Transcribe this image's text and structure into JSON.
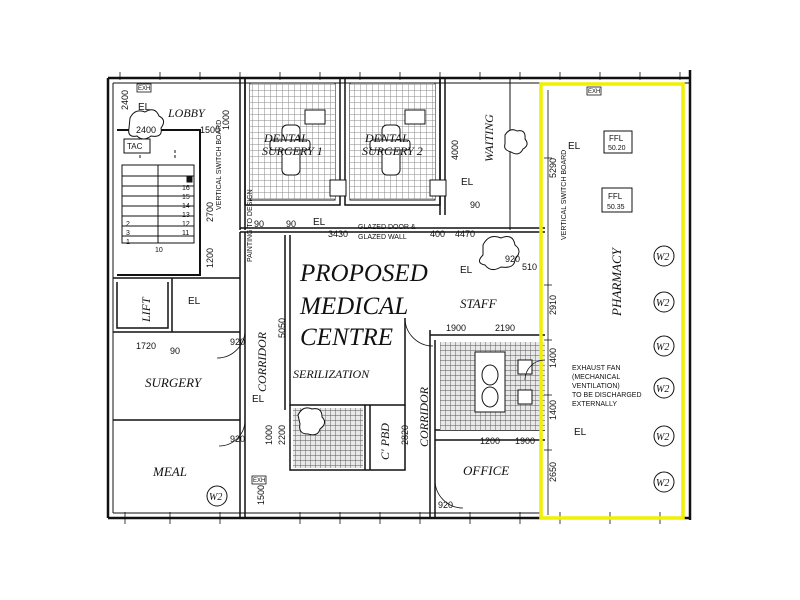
{
  "title_lines": [
    "PROPOSED",
    "MEDICAL",
    "CENTRE"
  ],
  "rooms": {
    "lobby": "LOBBY",
    "dental1_a": "DENTAL",
    "dental1_b": "SURGERY 1",
    "dental2_a": "DENTAL",
    "dental2_b": "SURGERY 2",
    "waiting": "WAITING",
    "pharmacy": "PHARMACY",
    "lift": "LIFT",
    "staff": "STAFF",
    "surgery": "SURGERY",
    "corridor_left": "CORRIDOR",
    "corridor_right": "CORRIDOR",
    "serilization": "SERILIZATION",
    "meal": "MEAL",
    "office": "OFFICE",
    "cpbd": "C' PBD"
  },
  "symbols": {
    "el": "EL",
    "tac": "TAC",
    "w2": "W2",
    "exh": "EXH",
    "ffl": "FFL",
    "ffl_value_1": "50.20",
    "ffl_value_2": "50.35"
  },
  "notes": {
    "switch_board_left": "VERTICAL SWITCH BOARD",
    "switch_board_right": "VERTICAL SWITCH BOARD",
    "glazed_door": "GLAZED DOOR &",
    "glazed_wall": "GLAZED WALL",
    "exhaust": [
      "EXHAUST FAN",
      "(MECHANICAL",
      "VENTILATION)",
      "TO BE DISCHARGED",
      "EXTERNALLY"
    ],
    "painting": "PAINTING TO DESIGN"
  },
  "dims": {
    "d2400a": "2400",
    "d2400b": "2400",
    "d1500": "1500",
    "d1000": "1000",
    "d4000": "4000",
    "d5290": "5290",
    "d2910": "2910",
    "d2650": "2650",
    "d1400a": "1400",
    "d1400b": "1400",
    "d3430": "3430",
    "d4470": "4470",
    "d400": "400",
    "d90": "90",
    "d920": "920",
    "d1720": "1720",
    "d1200": "1200",
    "d2700": "2700",
    "d5050": "5050",
    "d2190": "2190",
    "d1900": "1900",
    "d2820": "2820",
    "d2200": "2200",
    "d510": "510"
  },
  "stairs": [
    "16",
    "15",
    "14",
    "13",
    "12",
    "11",
    "10",
    "2",
    "3",
    "1"
  ],
  "colors": {
    "highlight": "#f0f000",
    "line": "#111111",
    "tile": "#9a9a9a"
  }
}
